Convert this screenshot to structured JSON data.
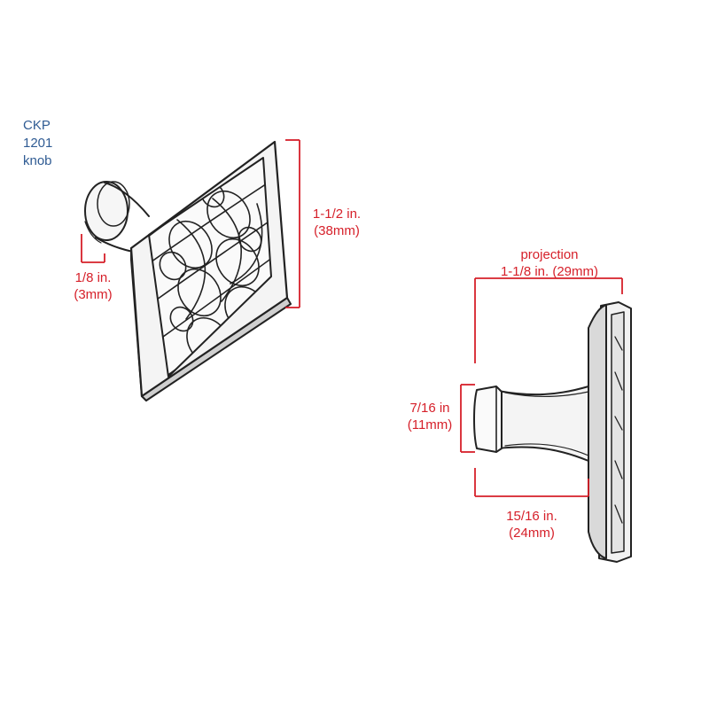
{
  "product": {
    "model_lines": [
      "CKP",
      "1201",
      "knob"
    ],
    "colors": {
      "model_text": "#2f5b93",
      "dimension": "#d6202a",
      "outline": "#222222"
    }
  },
  "dimensions": {
    "face_height": {
      "line1": "1-1/2 in.",
      "line2": "(38mm)"
    },
    "base_thickness": {
      "line1": "1/8 in.",
      "line2": "(3mm)"
    },
    "projection": {
      "line1": "projection",
      "line2": "1-1/8 in. (29mm)"
    },
    "end_diameter": {
      "line1": "7/16 in",
      "line2": "(11mm)"
    },
    "stem_length": {
      "line1": "15/16 in.",
      "line2": "(24mm)"
    }
  }
}
